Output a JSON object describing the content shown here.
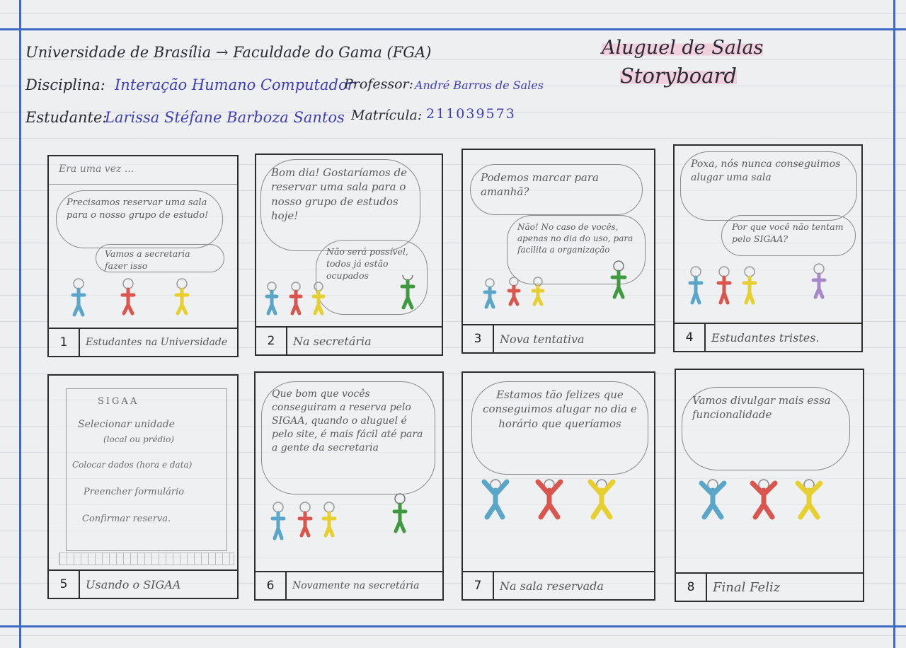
{
  "header": {
    "university": "Universidade de Brasília → Faculdade do Gama (FGA)",
    "discipline_label": "Disciplina:",
    "discipline_value": "Interação Humano Computador",
    "professor_label": "Professor:",
    "professor_value": "André Barros de Sales",
    "student_label": "Estudante:",
    "student_value": "Larissa Stéfane Barboza Santos",
    "enrollment_label": "Matrícula:",
    "enrollment_value": "211039573",
    "title_line1": "Aluguel de Salas",
    "title_line2": "Storyboard"
  },
  "colors": {
    "margin_line": "#3b6bc7",
    "student_blue": "#5aa6c9",
    "student_red": "#d9564f",
    "student_yellow": "#e6cf2e",
    "secretary_green": "#3f9a3f",
    "assistant_purple": "#a68ac7"
  },
  "panels": [
    {
      "number": "1",
      "caption": "Estudantes na Universidade",
      "narration": "Era uma vez ...",
      "bubbles": [
        "Precisamos reservar uma sala para o nosso grupo de estudo!",
        "Vamos a secretaria fazer isso"
      ]
    },
    {
      "number": "2",
      "caption": "Na secretária",
      "bubbles": [
        "Bom dia! Gostaríamos de reservar uma sala para o nosso grupo de estudos hoje!",
        "Não será possível, todos já estão ocupados"
      ]
    },
    {
      "number": "3",
      "caption": "Nova tentativa",
      "bubbles": [
        "Podemos marcar para amanhã?",
        "Não! No caso de vocês, apenas no dia do uso, para facilita a organização"
      ]
    },
    {
      "number": "4",
      "caption": "Estudantes tristes.",
      "bubbles": [
        "Poxa, nós nunca conseguimos alugar uma sala",
        "Por que você não tentam pelo SIGAA?"
      ]
    },
    {
      "number": "5",
      "caption": "Usando o SIGAA",
      "screen": [
        "SIGAA",
        "Selecionar unidade",
        "(local ou prédio)",
        "Colocar dados (hora e data)",
        "Preencher formulário",
        "Confirmar reserva."
      ]
    },
    {
      "number": "6",
      "caption": "Novamente na secretária",
      "bubbles": [
        "Que bom que vocês conseguiram a reserva pelo SIGAA, quando o aluguel é pelo site, é mais fácil até para a gente da secretaria"
      ]
    },
    {
      "number": "7",
      "caption": "Na sala reservada",
      "bubbles": [
        "Estamos tão felizes que conseguimos alugar no dia e horário que queríamos"
      ]
    },
    {
      "number": "8",
      "caption": "Final Feliz",
      "bubbles": [
        "Vamos divulgar mais essa funcionalidade"
      ]
    }
  ]
}
